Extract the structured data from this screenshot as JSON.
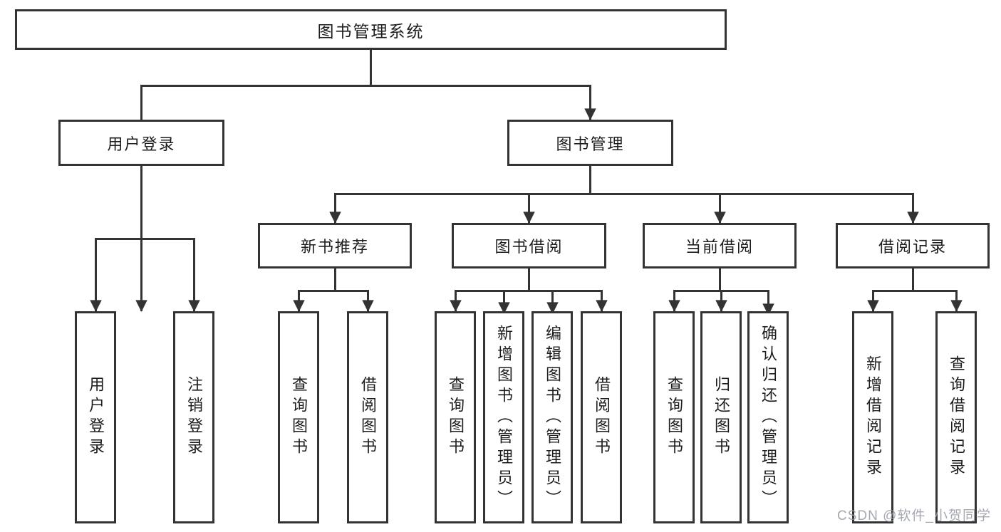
{
  "diagram": {
    "title": "图书管理系统",
    "nodes": {
      "root": "图书管理系统",
      "login_branch": {
        "label": "用户登录",
        "children": [
          "用户登录",
          "注销登录"
        ]
      },
      "mgmt_branch": {
        "label": "图书管理",
        "groups": [
          {
            "label": "新书推荐",
            "children": [
              "查询图书",
              "借阅图书"
            ]
          },
          {
            "label": "图书借阅",
            "children": [
              "查询图书",
              "新增图书（管理员）",
              "编辑图书（管理员）",
              "借阅图书"
            ]
          },
          {
            "label": "当前借阅",
            "children": [
              "查询图书",
              "归还图书",
              "确认归还（管理员）"
            ]
          },
          {
            "label": "借阅记录",
            "children": [
              "新增借阅记录",
              "查询借阅记录"
            ]
          }
        ]
      }
    },
    "watermark": "CSDN @软件_小贺同学",
    "colors": {
      "line": "#333333",
      "text": "#1d1d1f",
      "background": "#ffffff",
      "watermark": "#9499a3"
    }
  }
}
